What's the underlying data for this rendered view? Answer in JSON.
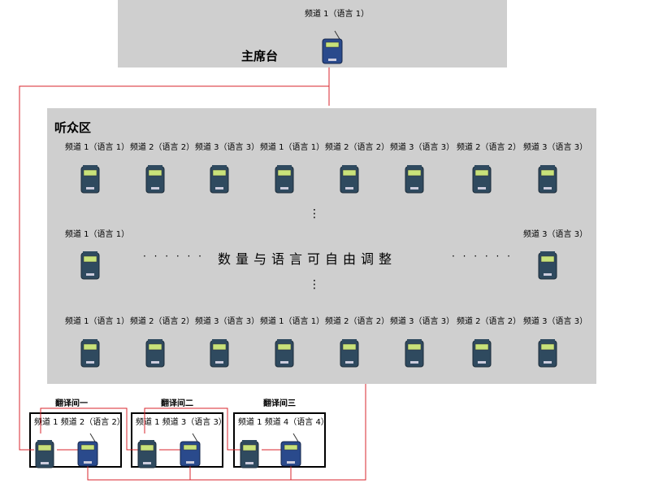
{
  "chair": {
    "title": "主席台",
    "channel_label": "频道 1（语言 1）"
  },
  "audience": {
    "title": "听众区",
    "row_top": [
      "频道 1（语言 1）",
      "频道 2（语言 2）",
      "频道 3（语言 3）",
      "频道 1（语言 1）",
      "频道 2（语言 2）",
      "频道 3（语言 3）",
      "频道 2（语言 2）",
      "频道 3（语言 3）"
    ],
    "row_bottom": [
      "频道 1（语言 1）",
      "频道 2（语言 2）",
      "频道 3（语言 3）",
      "频道 1（语言 1）",
      "频道 2（语言 2）",
      "频道 3（语言 3）",
      "频道 2（语言 2）",
      "频道 3（语言 3）"
    ],
    "middle_left_label": "频道 1（语言 1）",
    "middle_right_label": "频道 3（语言 3）",
    "dots_left": "· · · · · ·",
    "dots_right": "· · · · · ·",
    "center_note": "数量与语言可自由调整",
    "vdots": "⋮"
  },
  "booths": [
    {
      "title": "翻译间一",
      "label": "频道 1  频道 2（语言 2）"
    },
    {
      "title": "翻译间二",
      "label": "频道 1  频道 3（语言 3）"
    },
    {
      "title": "翻译间三",
      "label": "频道 1  频道 4（语言 4）"
    }
  ],
  "colors": {
    "panel": "#cfcfcf",
    "wire": "#d9262c",
    "receiver": "#2f4a5f",
    "transmitter": "#2a4a8c"
  }
}
